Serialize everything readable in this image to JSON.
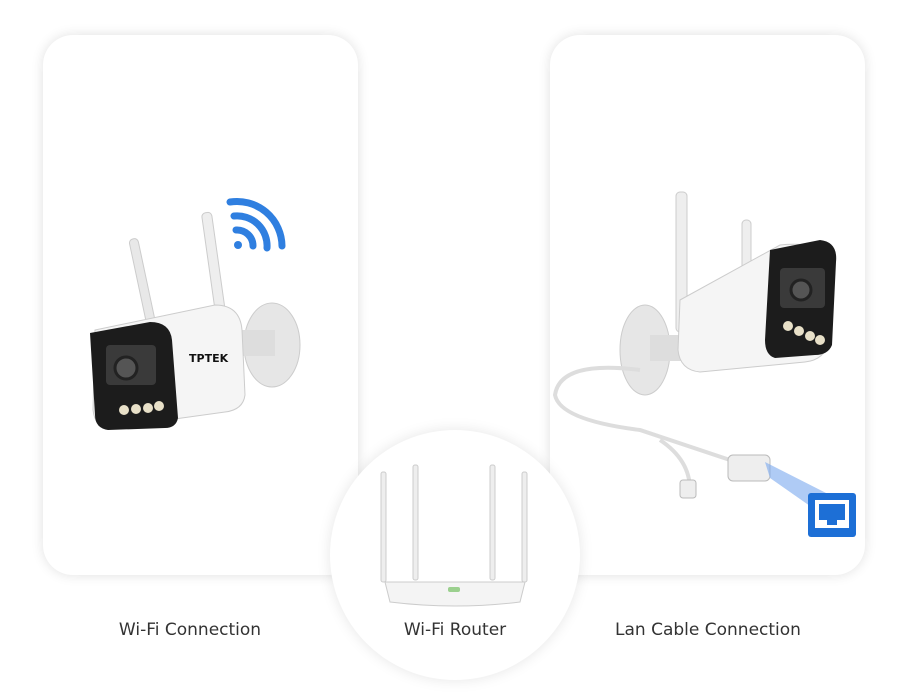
{
  "brand_logo": "TPTEK",
  "labels": {
    "wifi_connection": "Wi-Fi Connection",
    "wifi_router": "Wi-Fi Router",
    "lan_cable_connection": "Lan Cable Connection"
  },
  "icons": {
    "wifi": "wifi-icon",
    "ethernet": "ethernet-port-icon"
  },
  "colors": {
    "accent": "#2f7fe0",
    "lan_badge": "#1d6fd6"
  }
}
